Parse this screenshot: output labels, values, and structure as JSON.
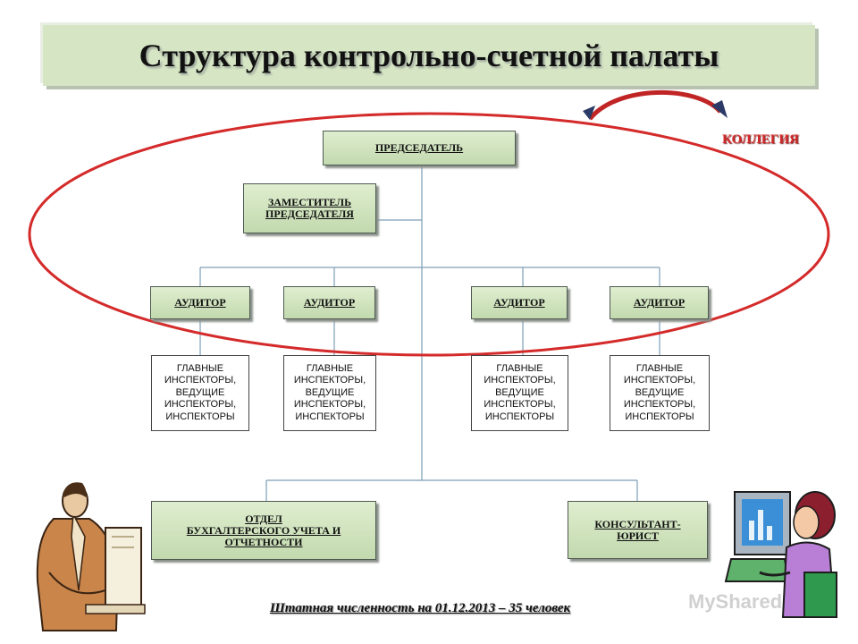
{
  "title": "Структура контрольно-счетной палаты",
  "kollegia": "КОЛЛЕГИЯ",
  "chairman": "ПРЕДСЕДАТЕЛЬ",
  "deputy": [
    "ЗАМЕСТИТЕЛЬ",
    "ПРЕДСЕДАТЕЛЯ"
  ],
  "auditors": [
    "АУДИТОР",
    "АУДИТОР",
    "АУДИТОР",
    "АУДИТОР"
  ],
  "inspectors": [
    [
      "ГЛАВНЫЕ",
      "ИНСПЕКТОРЫ,",
      "ВЕДУЩИЕ",
      "ИНСПЕКТОРЫ,",
      "ИНСПЕКТОРЫ"
    ],
    [
      "ГЛАВНЫЕ",
      "ИНСПЕКТОРЫ,",
      "ВЕДУЩИЕ",
      "ИНСПЕКТОРЫ,",
      "ИНСПЕКТОРЫ"
    ],
    [
      "ГЛАВНЫЕ",
      "ИНСПЕКТОРЫ,",
      "ВЕДУЩИЕ",
      "ИНСПЕКТОРЫ,",
      "ИНСПЕКТОРЫ"
    ],
    [
      "ГЛАВНЫЕ",
      "ИНСПЕКТОРЫ,",
      "ВЕДУЩИЕ",
      "ИНСПЕКТОРЫ,",
      "ИНСПЕКТОРЫ"
    ]
  ],
  "accounting": [
    "ОТДЕЛ",
    "БУХГАЛТЕРСКОГО УЧЕТА И",
    "ОТЧЕТНОСТИ"
  ],
  "consultant": [
    "КОНСУЛЬТАНТ-",
    "ЮРИСТ"
  ],
  "footer": "Штатная численность на 01.12.2013 – 35 человек",
  "watermark": "MyShared",
  "colors": {
    "ellipse": "#d42a2a",
    "box_fill": "#c8deb4",
    "connector": "#7d9fb8",
    "title_bg": "#d6e6c4"
  }
}
